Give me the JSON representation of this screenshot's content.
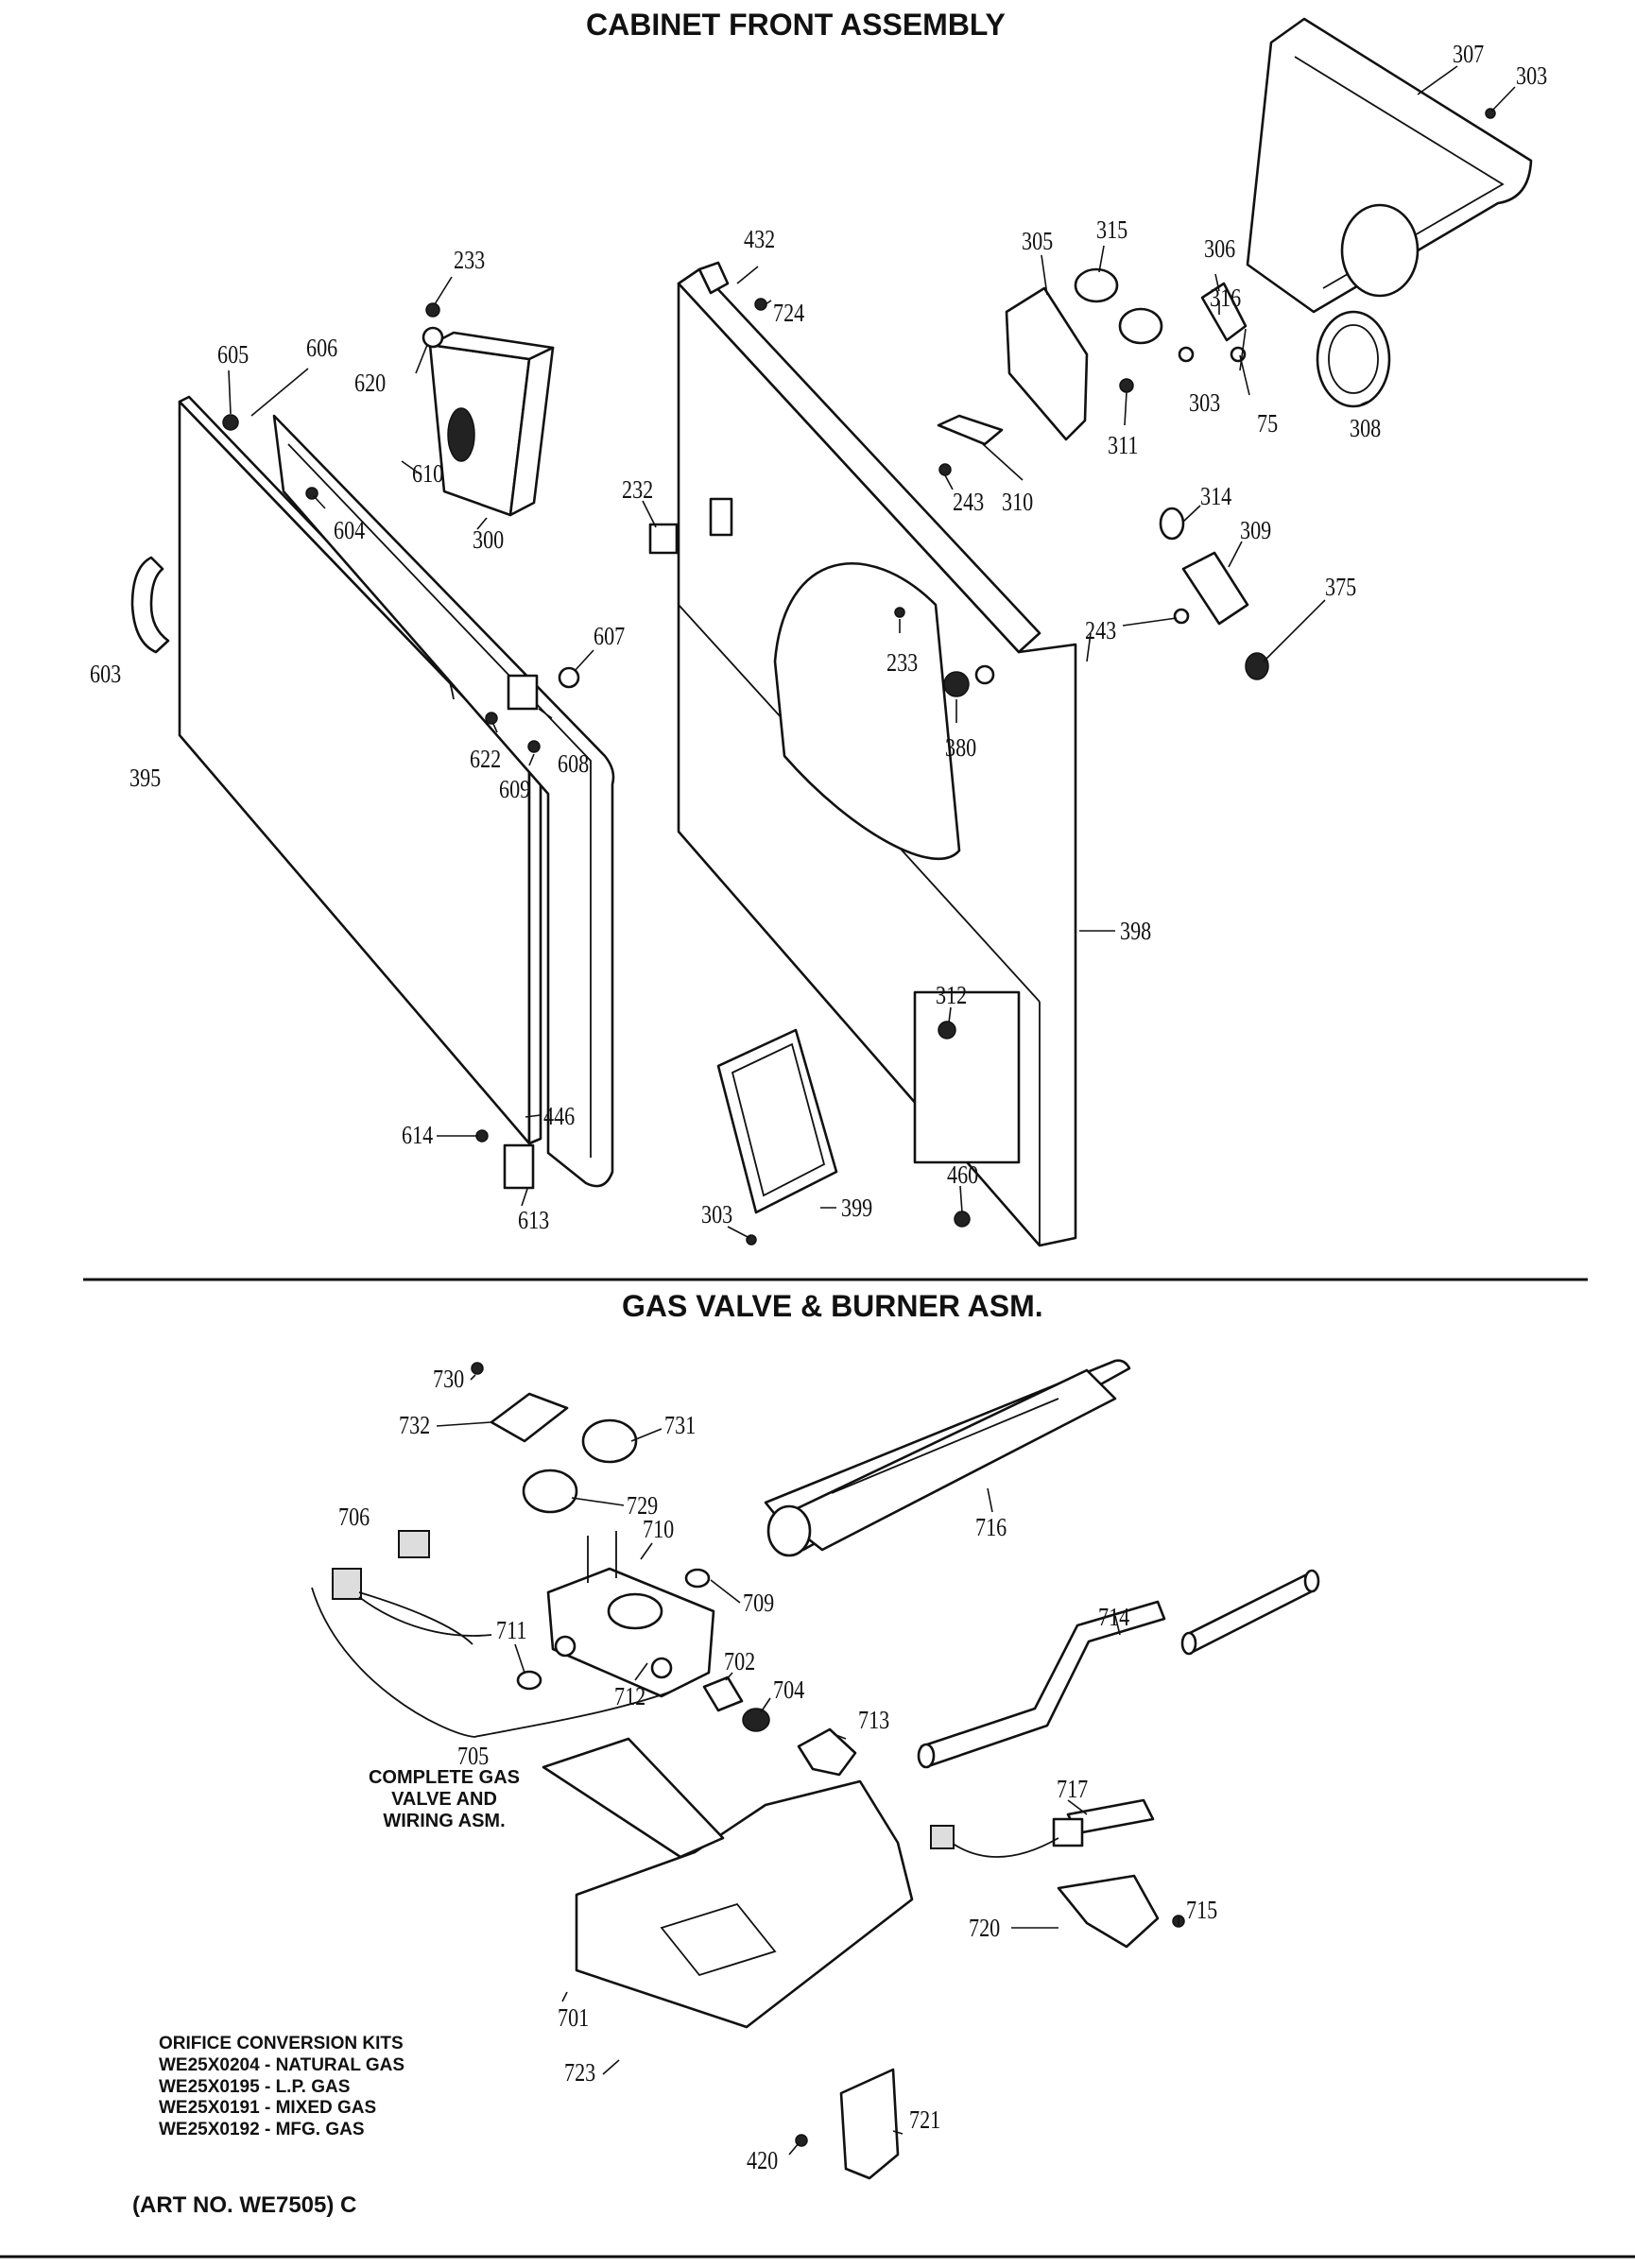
{
  "titles": {
    "cabinet": "CABINET FRONT ASSEMBLY",
    "gas_valve": "GAS VALVE & BURNER ASM."
  },
  "complete_asm_note": [
    "COMPLETE GAS",
    "VALVE AND",
    "WIRING ASM."
  ],
  "orifice_kits": {
    "heading": "ORIFICE CONVERSION KITS",
    "items": [
      "WE25X0204 - NATURAL GAS",
      "WE25X0195 - L.P. GAS",
      "WE25X0191 - MIXED GAS",
      "WE25X0192 - MFG. GAS"
    ]
  },
  "art_number": "(ART NO. WE7505) C",
  "callouts": [
    "307",
    "303",
    "305",
    "315",
    "306",
    "316",
    "303",
    "75",
    "308",
    "311",
    "310",
    "243",
    "314",
    "309",
    "375",
    "243",
    "432",
    "724",
    "233",
    "620",
    "605",
    "606",
    "300",
    "232",
    "610",
    "604",
    "603",
    "607",
    "233",
    "380",
    "395",
    "622",
    "608",
    "609",
    "398",
    "312",
    "614",
    "446",
    "613",
    "399",
    "303",
    "460",
    "730",
    "732",
    "731",
    "729",
    "716",
    "706",
    "710",
    "709",
    "711",
    "712",
    "702",
    "714",
    "704",
    "713",
    "705",
    "701",
    "717",
    "720",
    "715",
    "723",
    "721",
    "420"
  ]
}
